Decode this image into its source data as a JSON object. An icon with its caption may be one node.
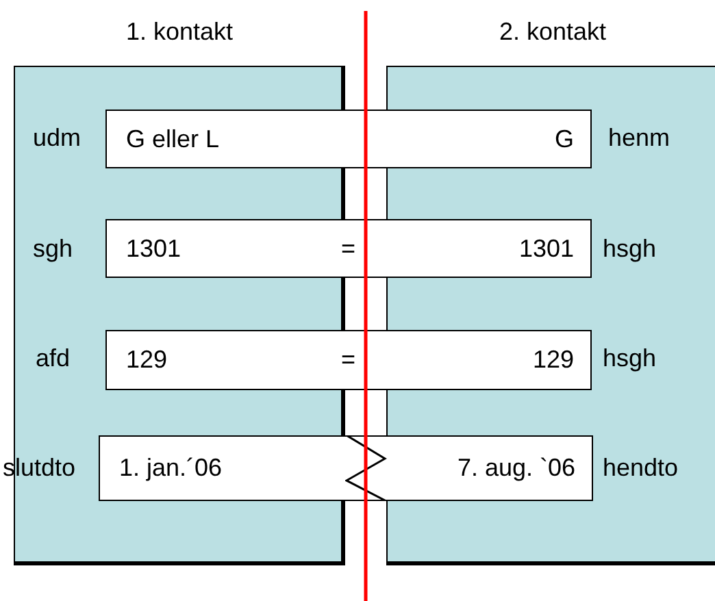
{
  "diagram": {
    "nodes": [
      {
        "text": [
          "1. kontakt"
        ]
      },
      {
        "text": [
          "2. kontakt"
        ]
      },
      {
        "text": [
          "G eller L",
          "G"
        ]
      },
      {
        "text": [
          "1301",
          "=",
          "1301"
        ]
      },
      {
        "text": [
          "129",
          "=",
          "129"
        ]
      },
      {
        "text": [
          "1. jan.´06",
          "7. aug. `06"
        ]
      }
    ],
    "labels": [
      "udm",
      "henm",
      "sgh",
      "hsgh",
      "afd",
      "hsgh",
      "slutdto",
      "hendto"
    ]
  }
}
